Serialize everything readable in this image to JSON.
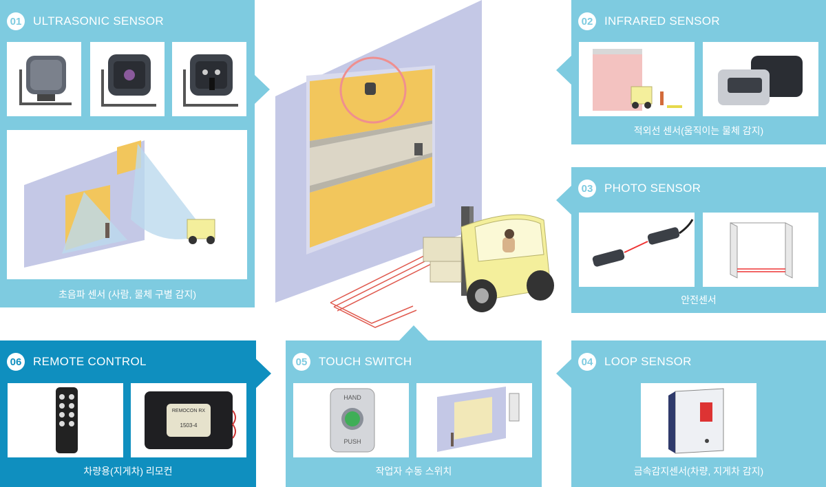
{
  "colors": {
    "panel": "#7ecbe0",
    "panel_active": "#0f8fbf",
    "text": "#ffffff"
  },
  "panels": {
    "ultrasonic": {
      "num": "01",
      "title": "ULTRASONIC SENSOR",
      "caption": "초음파 센서 (사람, 물체 구별 감지)"
    },
    "infrared": {
      "num": "02",
      "title": "INFRARED SENSOR",
      "caption": "적외선 센서(움직이는 물체 감지)"
    },
    "photo": {
      "num": "03",
      "title": "PHOTO SENSOR",
      "caption": "안전센서"
    },
    "loop": {
      "num": "04",
      "title": "LOOP SENSOR",
      "caption": "금속감지센서(차량, 지게차 감지)"
    },
    "touch": {
      "num": "05",
      "title": "TOUCH SWITCH",
      "caption": "작업자 수동 스위치",
      "switch_top_label": "HAND",
      "switch_bottom_label": "PUSH"
    },
    "remote": {
      "num": "06",
      "title": "REMOTE CONTROL",
      "caption": "차량용(지게차) 리모컨",
      "receiver_label": "REMOCON RX",
      "receiver_code": "1503-4"
    }
  }
}
